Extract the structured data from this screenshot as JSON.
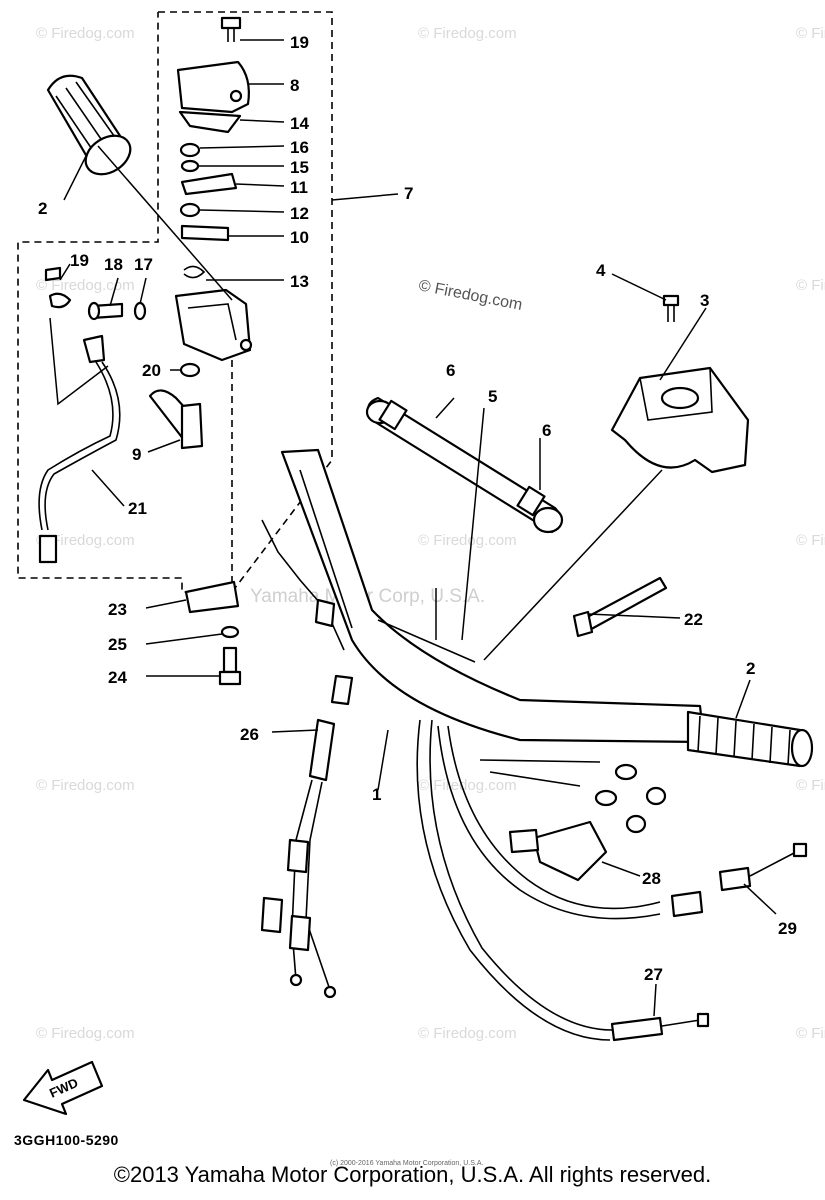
{
  "watermarks": {
    "firedog_small": "© Firedog.com",
    "firedog_center": "© Firedog.com",
    "yamaha": "Yamaha Motor Corp, U.S.A."
  },
  "labels": {
    "p1": "1",
    "p2a": "2",
    "p2b": "2",
    "p3": "3",
    "p4": "4",
    "p5": "5",
    "p6a": "6",
    "p6b": "6",
    "p7": "7",
    "p8": "8",
    "p9": "9",
    "p10": "10",
    "p11": "11",
    "p12": "12",
    "p13": "13",
    "p14": "14",
    "p15": "15",
    "p16": "16",
    "p17": "17",
    "p18": "18",
    "p19a": "19",
    "p19b": "19",
    "p20": "20",
    "p21": "21",
    "p22": "22",
    "p23": "23",
    "p24": "24",
    "p25": "25",
    "p26": "26",
    "p27": "27",
    "p28": "28",
    "p29": "29"
  },
  "fwd": "FWD",
  "diagram_code": "3GGH100-5290",
  "small_credit": "(c) 2000-2016 Yamaha Motor Corporation, U.S.A.",
  "copyright": "©2013 Yamaha Motor Corporation, U.S.A. All rights reserved."
}
